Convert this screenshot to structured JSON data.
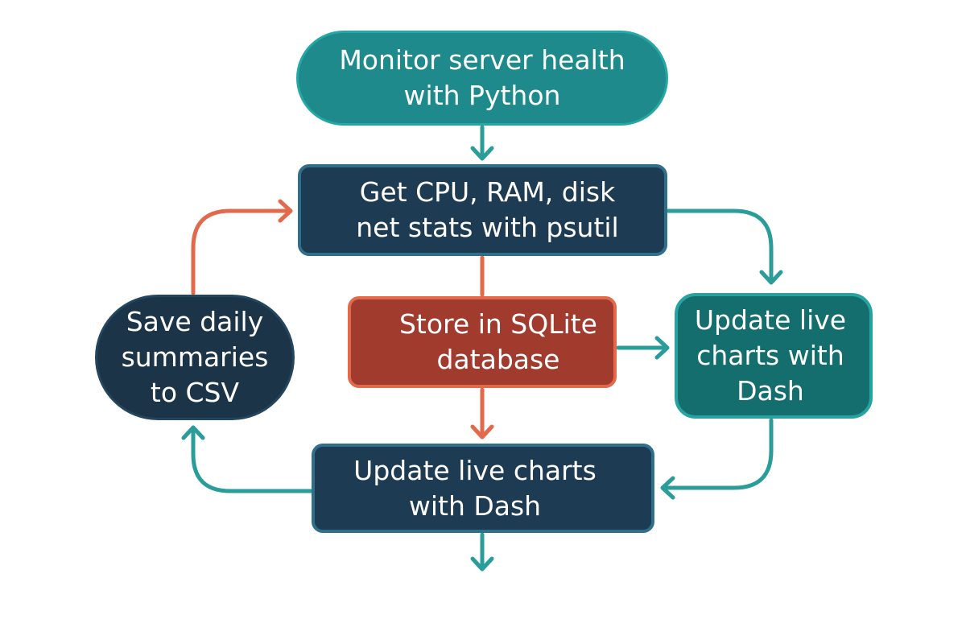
{
  "colors": {
    "teal": "#1e8a8c",
    "teal_arrow": "#2a9d9b",
    "navy": "#1d3b52",
    "red": "#a13b2e",
    "red_arrow": "#e2694a"
  },
  "nodes": {
    "start": "Monitor server health\nwith Python",
    "collect": "Get CPU, RAM, disk\nnet stats with psutil",
    "store": "Store in SQLite\ndatabase",
    "dash_right": "Update live\ncharts with\nDash",
    "dash_bottom": "Update live charts\nwith Dash",
    "csv": "Save daily\nsummaries\nto CSV"
  }
}
